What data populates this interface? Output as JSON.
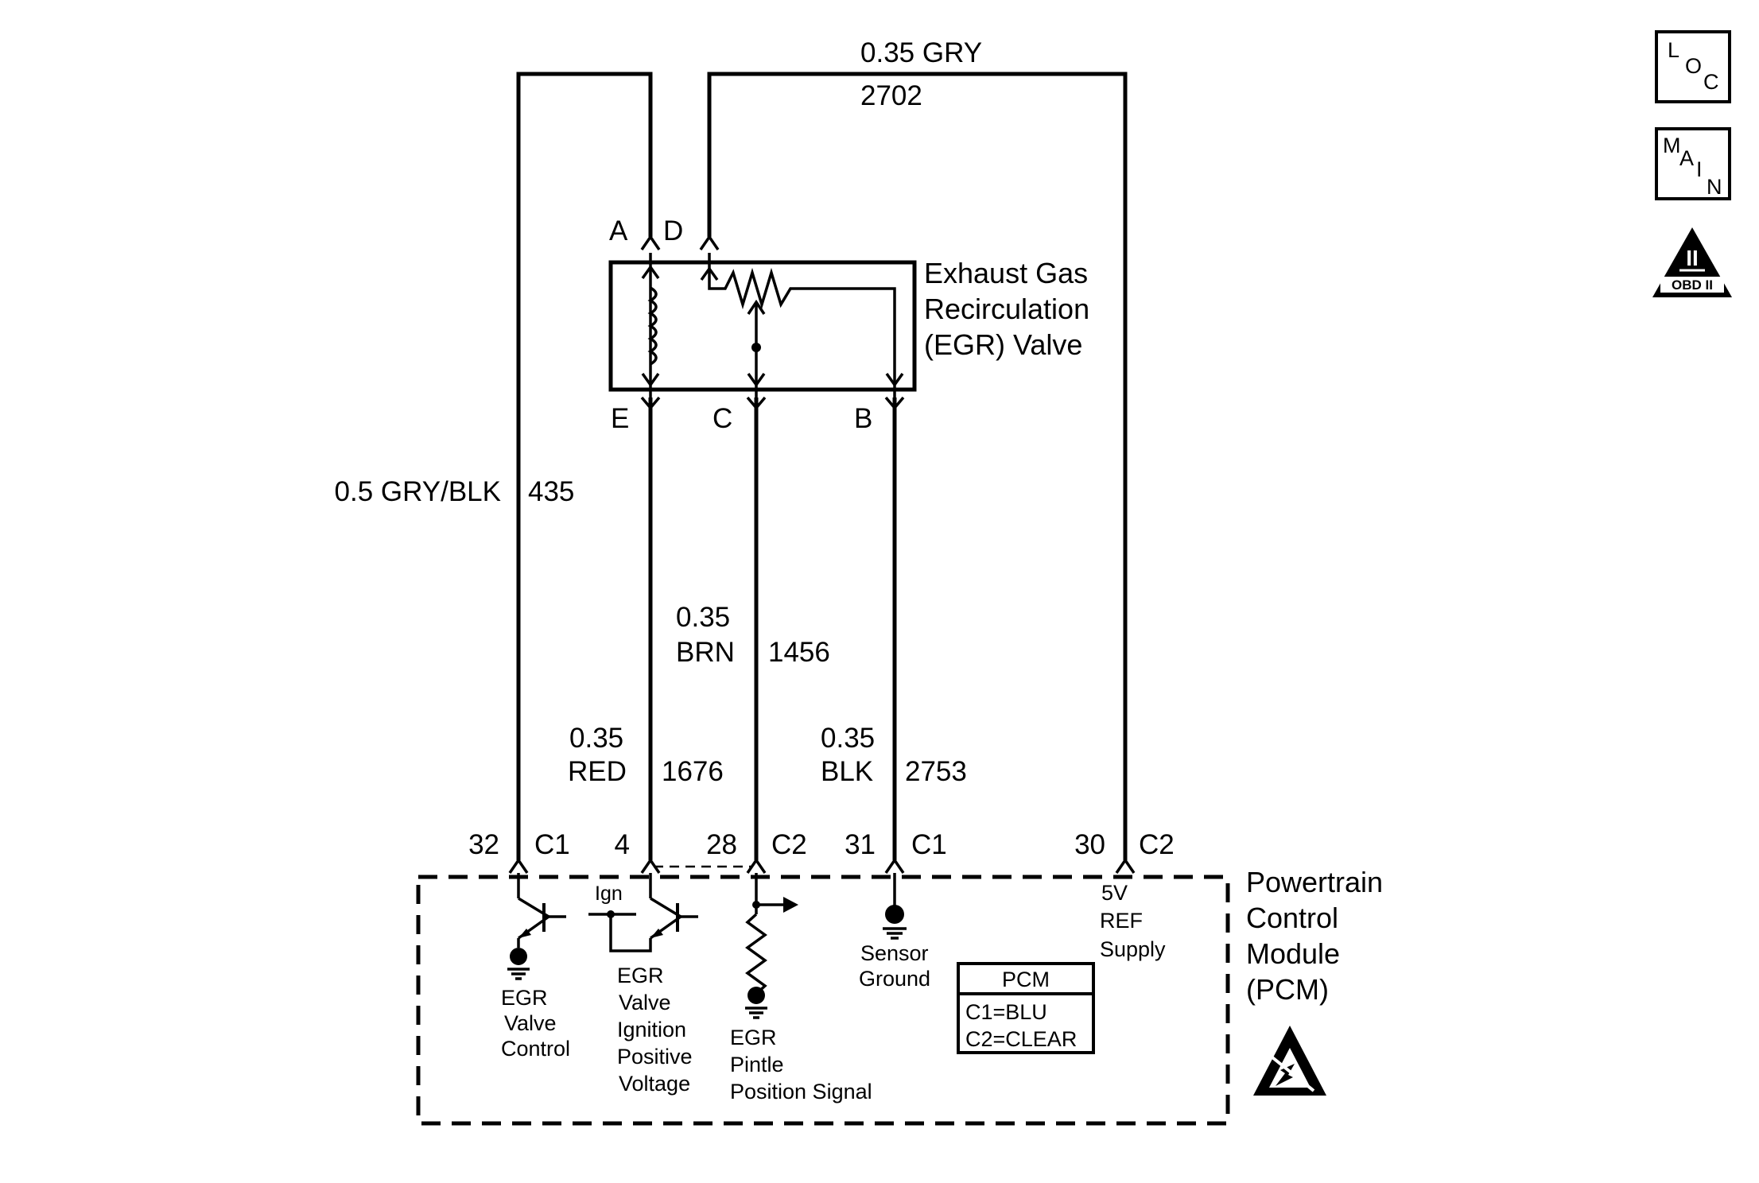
{
  "wires": {
    "top_color": "0.35 GRY",
    "top_circuit": "2702",
    "left_color": "0.5 GRY/BLK",
    "left_circuit": "435",
    "mid_gauge": "0.35",
    "mid_color": "BRN",
    "mid_circuit": "1456",
    "red_gauge": "0.35",
    "red_color": "RED",
    "red_circuit": "1676",
    "blk_gauge": "0.35",
    "blk_color": "BLK",
    "blk_circuit": "2753"
  },
  "egr_valve": {
    "line1": "Exhaust Gas",
    "line2": "Recirculation",
    "line3": "(EGR) Valve",
    "terminals": {
      "a": "A",
      "d": "D",
      "e": "E",
      "c": "C",
      "b": "B"
    }
  },
  "pcm_pins": {
    "p32": "32",
    "p32_conn": "C1",
    "p4": "4",
    "p28": "28",
    "p28_conn": "C2",
    "p31": "31",
    "p31_conn": "C1",
    "p30": "30",
    "p30_conn": "C2"
  },
  "pcm": {
    "line1": "Powertrain",
    "line2": "Control",
    "line3": "Module",
    "line4": "(PCM)",
    "ign": "Ign",
    "egr_control": [
      "EGR",
      "Valve",
      "Control"
    ],
    "egr_ignition": [
      "EGR",
      "Valve",
      "Ignition",
      "Positive",
      "Voltage"
    ],
    "egr_pintle": [
      "EGR",
      "Pintle",
      "Position Signal"
    ],
    "sensor_ground": [
      "Sensor",
      "Ground"
    ],
    "ref_supply": [
      "5V",
      "REF",
      "Supply"
    ],
    "legend_title": "PCM",
    "legend_c1": "C1=BLU",
    "legend_c2": "C2=CLEAR"
  },
  "icons": {
    "loc": [
      "L",
      "O",
      "C"
    ],
    "main": [
      "M",
      "A",
      "I",
      "N"
    ],
    "obd_numeral": "II",
    "obd_label": "OBD II"
  }
}
